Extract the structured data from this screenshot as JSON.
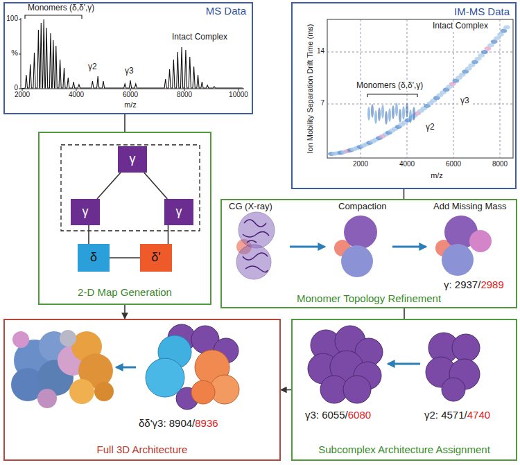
{
  "diagram": {
    "nodes": [
      {
        "text": [
          "MS Data"
        ]
      },
      {
        "text": [
          "IM-MS Data"
        ]
      },
      {
        "text": [
          "2-D Map Generation"
        ]
      },
      {
        "text": [
          "γ"
        ],
        "in": 2
      },
      {
        "text": [
          "γ"
        ],
        "in": 2
      },
      {
        "text": [
          "γ"
        ],
        "in": 2
      },
      {
        "text": [
          "δ"
        ],
        "in": 2
      },
      {
        "text": [
          "δ'"
        ],
        "in": 2
      },
      {
        "text": [
          "Monomer Topology Refinement"
        ]
      },
      {
        "text": [
          "Full 3D Architecture"
        ]
      },
      {
        "text": [
          "Subcomplex Architecture Assignment"
        ]
      }
    ],
    "edges": [
      {
        "from": 0,
        "to": 2,
        "arrow": "none"
      },
      {
        "from": 1,
        "to": 8,
        "arrow": "none"
      },
      {
        "from": 3,
        "to": 4,
        "arrow": "none"
      },
      {
        "from": 3,
        "to": 5,
        "arrow": "none"
      },
      {
        "from": 4,
        "to": 6,
        "arrow": "none"
      },
      {
        "from": 5,
        "to": 7,
        "arrow": "none"
      },
      {
        "from": 6,
        "to": 7,
        "arrow": "none"
      },
      {
        "from": 2,
        "to": 9,
        "arrow": "to"
      },
      {
        "from": 8,
        "to": 10,
        "arrow": "none"
      },
      {
        "from": 10,
        "to": 9,
        "arrow": "to"
      }
    ],
    "labels": [
      "Monomers (δ,δ',γ)",
      "100",
      "%",
      "0",
      "γ2",
      "γ3",
      "Intact Complex",
      "2000",
      "4000",
      "6000",
      "8000",
      "10000",
      "m/z",
      "Ion Mobility Separation Drift Time (ms)",
      "14",
      "7",
      "Intact Complex",
      "Monomers (δ,δ',γ)",
      "γ2",
      "γ3",
      "2000",
      "4000",
      "6000",
      "8000",
      "m/z",
      "CG (X-ray)",
      "Compaction",
      "Add Missing Mass",
      "γ: 2937/",
      "2989",
      "γ3: 6055/",
      "6080",
      "γ2: 4571/",
      "4740",
      "δδ'γ3: 8904/",
      "8936"
    ]
  }
}
